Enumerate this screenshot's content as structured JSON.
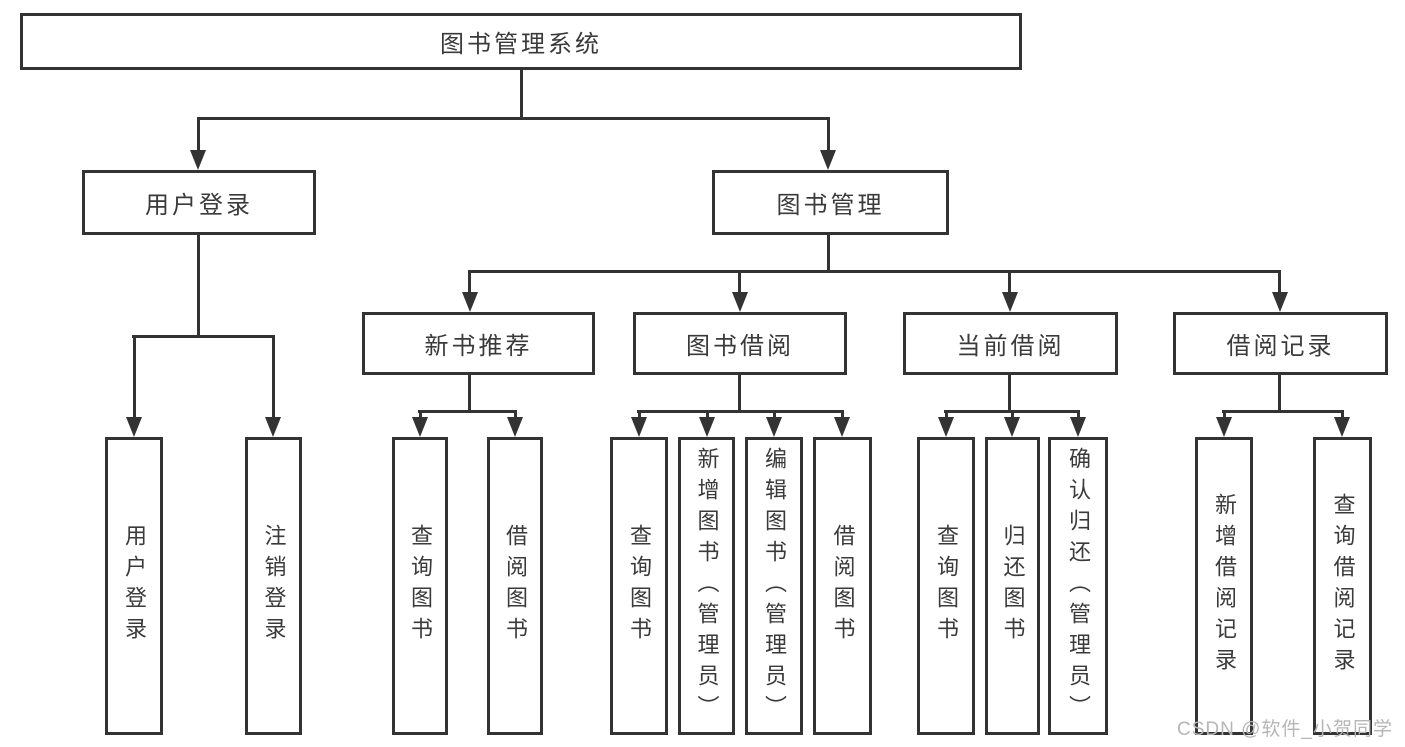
{
  "diagram": {
    "title": "图书管理系统",
    "watermark": "CSDN @软件_小贺同学",
    "colors": {
      "line": "#333333",
      "text": "#3a3a3a",
      "watermark": "#b6b6b6",
      "background": "#ffffff"
    },
    "nodes": {
      "root": {
        "label": "图书管理系统"
      },
      "user_login": {
        "label": "用户登录"
      },
      "book_management": {
        "label": "图书管理"
      },
      "new_book_recommend": {
        "label": "新书推荐"
      },
      "book_borrow": {
        "label": "图书借阅"
      },
      "current_borrow": {
        "label": "当前借阅"
      },
      "borrow_records": {
        "label": "借阅记录"
      },
      "leaf_user_login": {
        "label": "用户登录"
      },
      "leaf_logout": {
        "label": "注销登录"
      },
      "leaf_query_book_1": {
        "label": "查询图书"
      },
      "leaf_borrow_book_1": {
        "label": "借阅图书"
      },
      "leaf_query_book_2": {
        "label": "查询图书"
      },
      "leaf_add_book_admin": {
        "label": "新增图书（管理员）"
      },
      "leaf_edit_book_admin": {
        "label": "编辑图书（管理员）"
      },
      "leaf_borrow_book_2": {
        "label": "借阅图书"
      },
      "leaf_query_book_3": {
        "label": "查询图书"
      },
      "leaf_return_book": {
        "label": "归还图书"
      },
      "leaf_confirm_return_admin": {
        "label": "确认归还（管理员）"
      },
      "leaf_add_borrow_record": {
        "label": "新增借阅记录"
      },
      "leaf_query_borrow_record": {
        "label": "查询借阅记录"
      }
    }
  }
}
